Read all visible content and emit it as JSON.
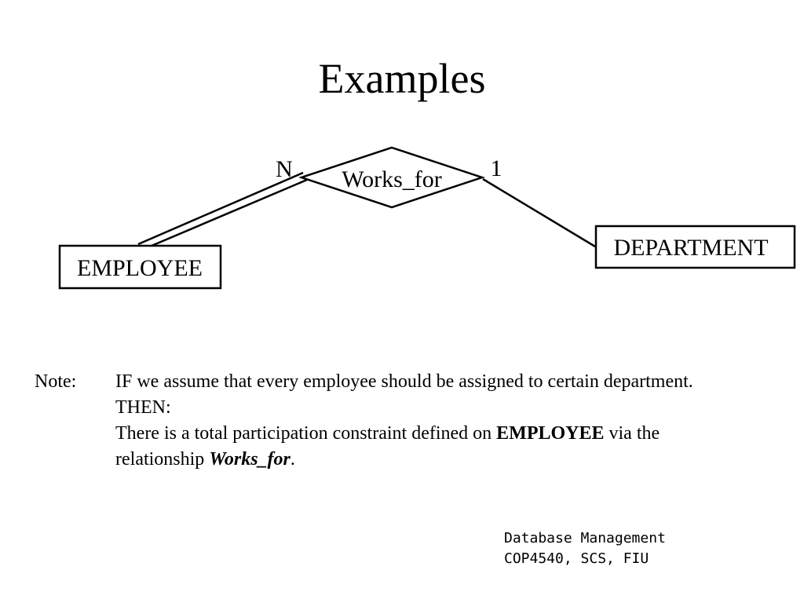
{
  "title": "Examples",
  "diagram": {
    "relationship": "Works_for",
    "entity_left": "EMPLOYEE",
    "entity_right": "DEPARTMENT",
    "cardinality_left": "N",
    "cardinality_right": "1",
    "left_participation": "total",
    "right_participation": "partial"
  },
  "note": {
    "label": "Note:",
    "line1": "IF we assume that every employee should be assigned to certain department.",
    "line2": "THEN:",
    "line3_prefix": "There is a total participation constraint defined on ",
    "line3_bold": "EMPLOYEE",
    "line3_suffix": " via the",
    "line4_prefix": "relationship ",
    "line4_bold_italic": "Works_for",
    "line4_suffix": "."
  },
  "footer": {
    "line1": "Database Management",
    "line2": "COP4540, SCS, FIU"
  }
}
